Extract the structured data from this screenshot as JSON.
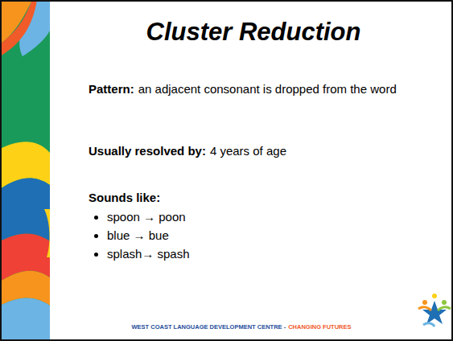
{
  "diagram": {
    "title": "Cluster Reduction",
    "labels": [
      "Pattern:",
      "an adjacent consonant is dropped from the word",
      "Usually resolved by:",
      "4 years of age",
      "Sounds like:",
      "spoon → poon",
      "blue → bue",
      "splash→ spash",
      "WEST COAST LANGUAGE DEVELOPMENT CENTRE -",
      "CHANGING FUTURES"
    ]
  }
}
